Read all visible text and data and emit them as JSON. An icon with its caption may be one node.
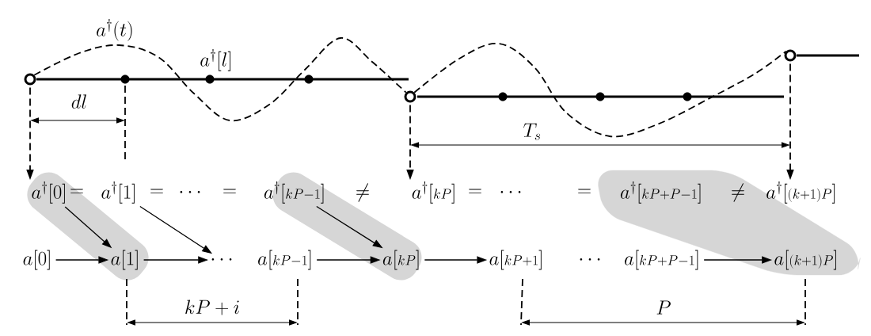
{
  "diagram": {
    "nodes": [
      {
        "text": [],
        "shape": "circle"
      },
      {
        "text": [],
        "shape": "circle"
      },
      {
        "text": [],
        "shape": "circle"
      },
      {
        "text": [
          "a^{\\dagger}[0]"
        ]
      },
      {
        "text": [
          "a^{\\dagger}[1]"
        ]
      },
      {
        "text": [
          "a^{\\dagger}\\bigl[{\\scriptstyle kP-1}\\bigr]"
        ]
      },
      {
        "text": [
          "a^{\\dagger}\\bigl[{\\scriptstyle kP}\\bigr]"
        ]
      },
      {
        "text": [
          "a^{\\dagger}\\bigl[{\\scriptstyle kP+P-1}\\bigr]"
        ]
      },
      {
        "text": [
          "a^{\\dagger}\\bigl[{\\scriptstyle (k+1)P}\\bigr]"
        ]
      },
      {
        "text": [
          "a[0]"
        ]
      },
      {
        "text": [
          "a[1]"
        ]
      },
      {
        "text": [
          "\\cdots"
        ]
      },
      {
        "text": [
          "a\\bigl[{\\scriptstyle kP-1}\\bigr]"
        ]
      },
      {
        "text": [
          "a\\bigl[{\\scriptstyle kP}\\bigr]"
        ]
      },
      {
        "text": [
          "a\\bigl[{\\scriptstyle kP+1}\\bigr]"
        ]
      },
      {
        "text": [
          "a\\bigl[{\\scriptstyle kP+P-1}\\bigr]"
        ]
      },
      {
        "text": [
          "a\\bigl[{\\scriptstyle (k+1)P}\\bigr]"
        ]
      }
    ],
    "edges": [
      {
        "from": 0,
        "to": 3,
        "arrow": "to",
        "style": "dashed"
      },
      {
        "from": 1,
        "to": 6,
        "arrow": "to",
        "style": "dashed"
      },
      {
        "from": 2,
        "to": 8,
        "arrow": "to",
        "style": "dashed"
      },
      {
        "from": 0,
        "to": 1,
        "arrow": "none",
        "style": "dashed"
      },
      {
        "from": 1,
        "to": 2,
        "arrow": "none",
        "style": "dashed"
      },
      {
        "from": 9,
        "to": 10,
        "arrow": "to"
      },
      {
        "from": 3,
        "to": 10,
        "arrow": "to"
      },
      {
        "from": 10,
        "to": 11,
        "arrow": "to"
      },
      {
        "from": 4,
        "to": 11,
        "arrow": "to"
      },
      {
        "from": 12,
        "to": 13,
        "arrow": "to"
      },
      {
        "from": 5,
        "to": 13,
        "arrow": "to"
      },
      {
        "from": 13,
        "to": 14,
        "arrow": "to"
      },
      {
        "from": 15,
        "to": 16,
        "arrow": "to"
      }
    ],
    "labels": [
      "a^{\\dagger}(t)",
      "a^{\\dagger}[l]",
      "dl",
      "T_s",
      "=",
      "=",
      "\\cdots",
      "=",
      "\\neq",
      "=",
      "\\cdots",
      "=",
      "\\neq",
      "\\cdots",
      "kP+i",
      "P"
    ]
  }
}
